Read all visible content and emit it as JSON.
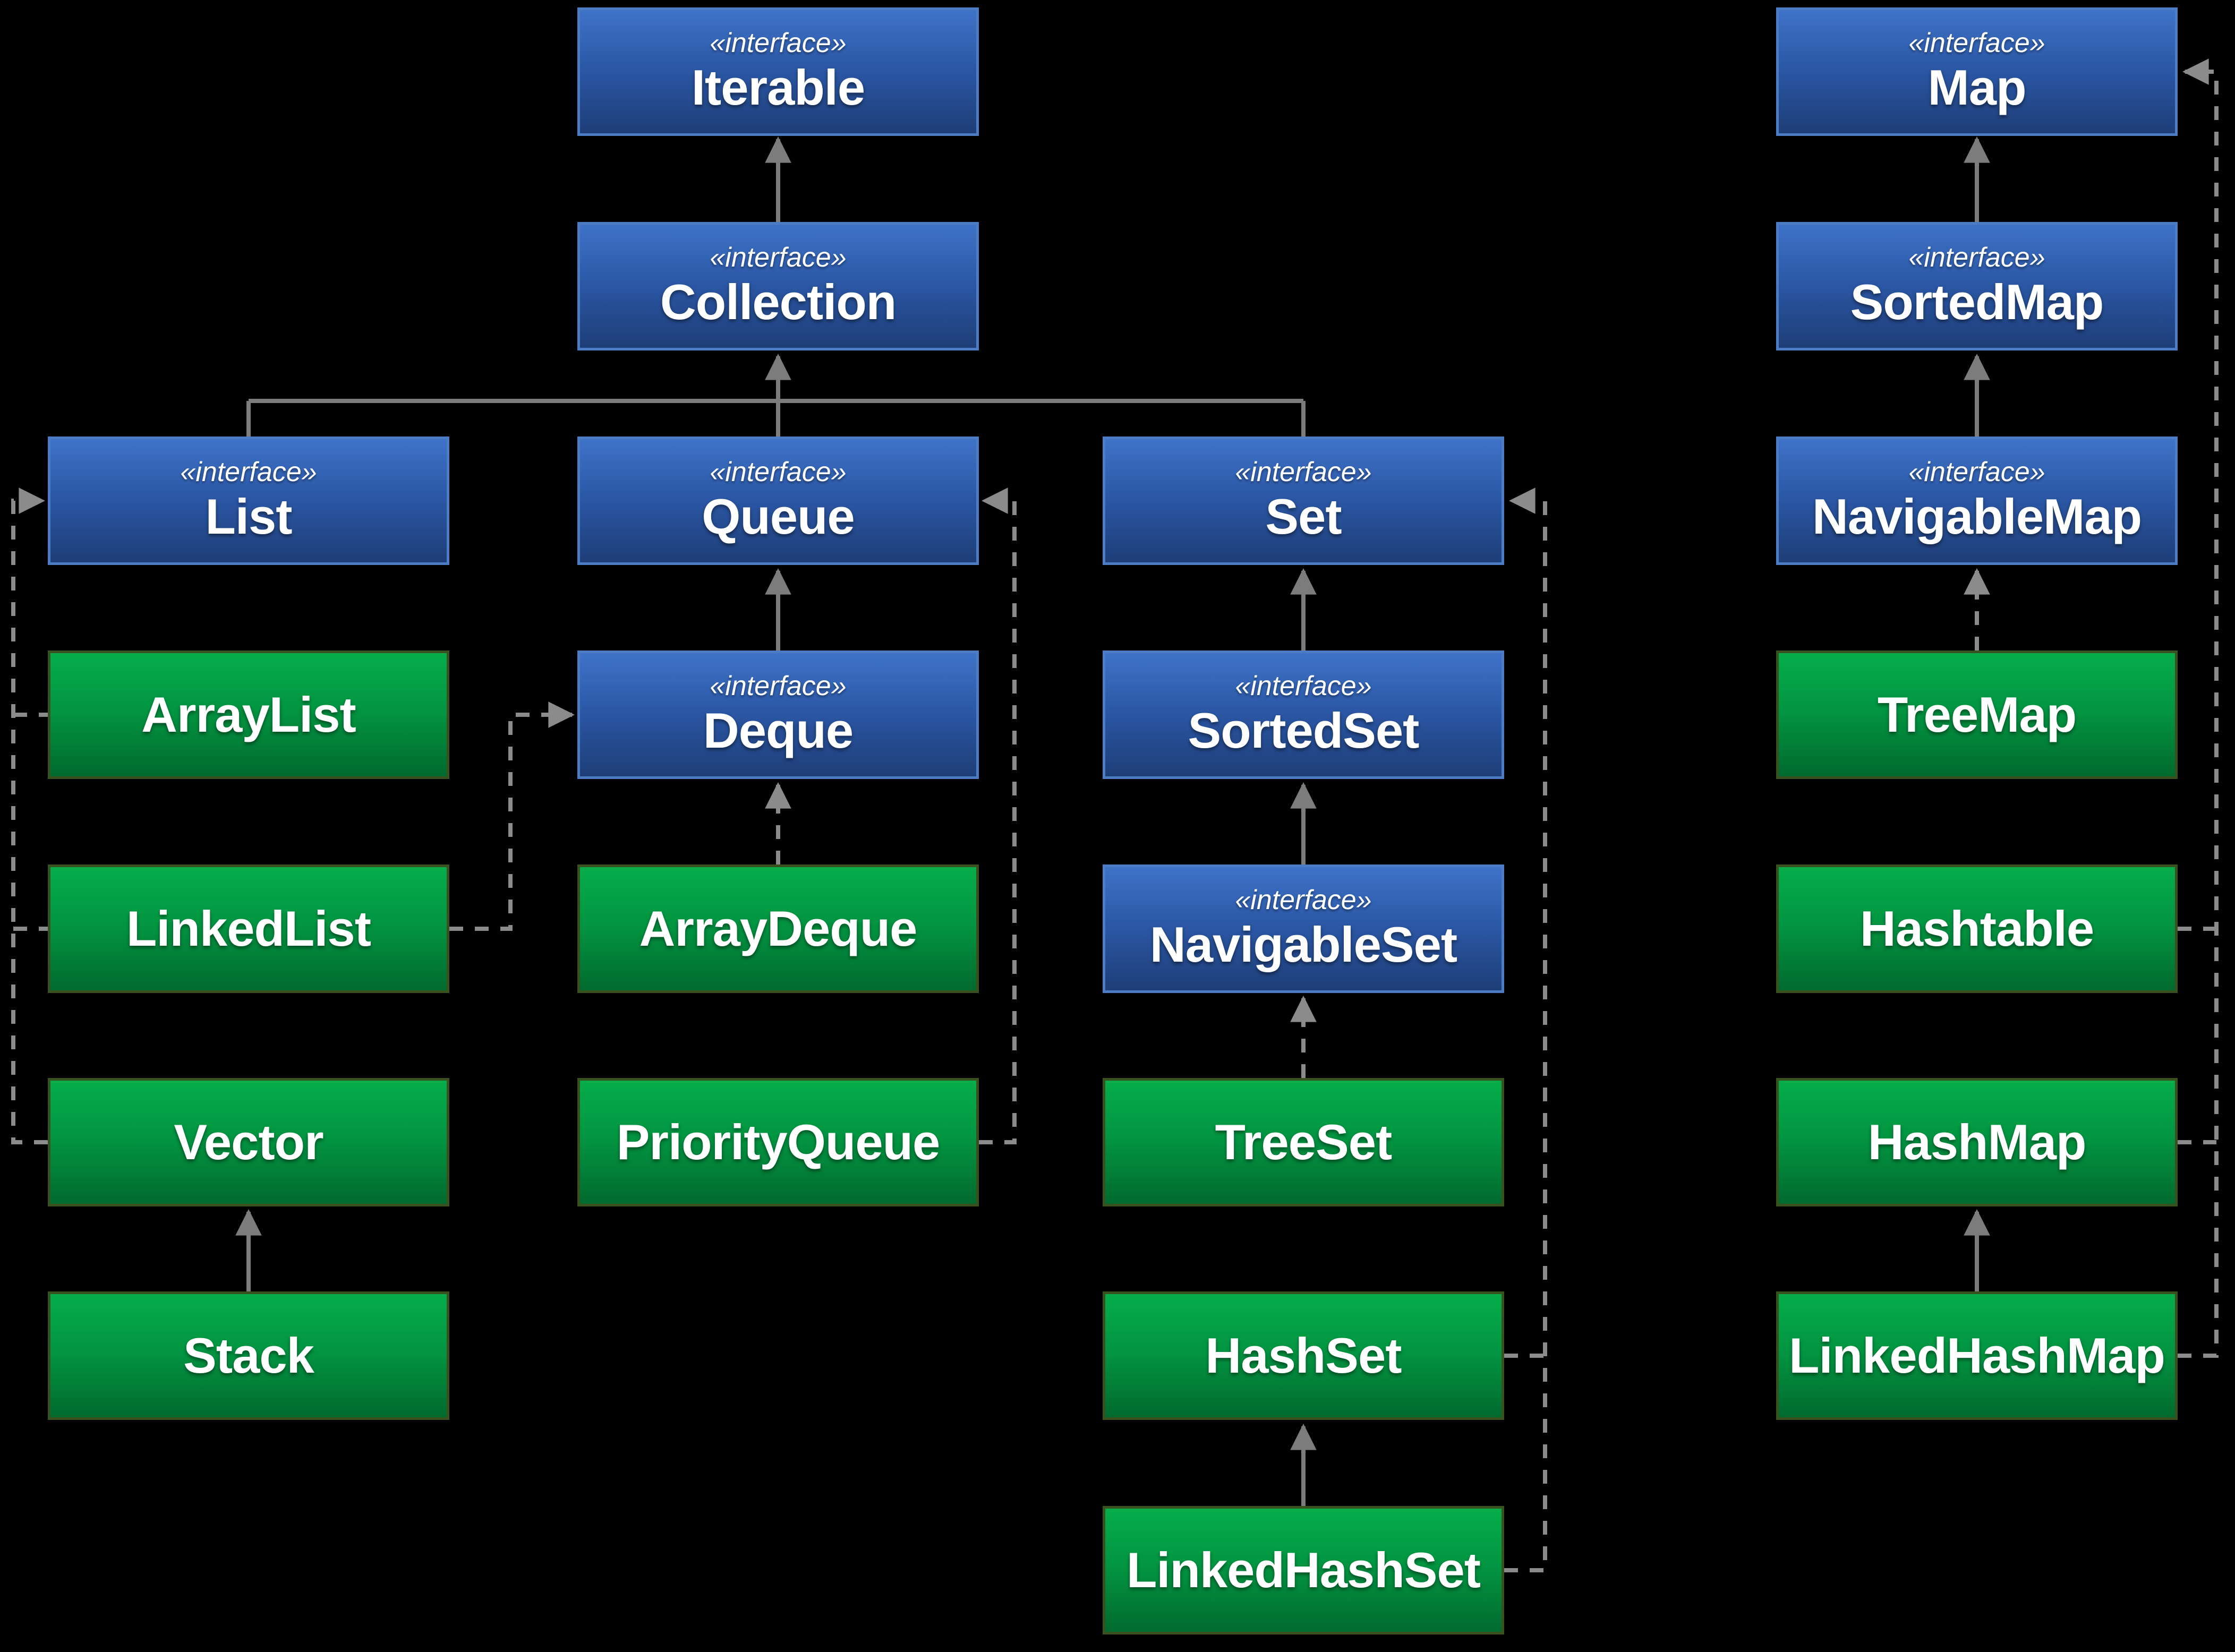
{
  "stereotype": "«interface»",
  "nodes": {
    "iterable": "Iterable",
    "collection": "Collection",
    "list": "List",
    "queue": "Queue",
    "set": "Set",
    "map": "Map",
    "sortedmap": "SortedMap",
    "navigablemap": "NavigableMap",
    "deque": "Deque",
    "sortedset": "SortedSet",
    "navigableset": "NavigableSet",
    "arraylist": "ArrayList",
    "linkedlist": "LinkedList",
    "vector": "Vector",
    "stack": "Stack",
    "arraydeque": "ArrayDeque",
    "priorityqueue": "PriorityQueue",
    "treeset": "TreeSet",
    "hashset": "HashSet",
    "linkedhashset": "LinkedHashSet",
    "treemap": "TreeMap",
    "hashtable": "Hashtable",
    "hashmap": "HashMap",
    "linkedhashmap": "LinkedHashMap"
  },
  "colors": {
    "background": "#000000",
    "interface_box_top": "#3E73C8",
    "interface_box_bottom": "#1E3E77",
    "interface_border": "#4C7CC4",
    "class_box_top": "#05AD4B",
    "class_box_bottom": "#016A2E",
    "class_border": "#39511E",
    "solid_connector": "#7C7C7C",
    "dashed_connector": "#8B8B8B",
    "text": "#FFFFFF"
  },
  "edges": [
    {
      "from": "Collection",
      "to": "Iterable",
      "relation": "extends"
    },
    {
      "from": "List",
      "to": "Collection",
      "relation": "extends"
    },
    {
      "from": "Queue",
      "to": "Collection",
      "relation": "extends"
    },
    {
      "from": "Set",
      "to": "Collection",
      "relation": "extends"
    },
    {
      "from": "Deque",
      "to": "Queue",
      "relation": "extends"
    },
    {
      "from": "SortedSet",
      "to": "Set",
      "relation": "extends"
    },
    {
      "from": "NavigableSet",
      "to": "SortedSet",
      "relation": "extends"
    },
    {
      "from": "SortedMap",
      "to": "Map",
      "relation": "extends"
    },
    {
      "from": "NavigableMap",
      "to": "SortedMap",
      "relation": "extends"
    },
    {
      "from": "ArrayList",
      "to": "List",
      "relation": "implements"
    },
    {
      "from": "LinkedList",
      "to": "List",
      "relation": "implements"
    },
    {
      "from": "Vector",
      "to": "List",
      "relation": "implements"
    },
    {
      "from": "Stack",
      "to": "Vector",
      "relation": "extends"
    },
    {
      "from": "LinkedList",
      "to": "Deque",
      "relation": "implements"
    },
    {
      "from": "ArrayDeque",
      "to": "Deque",
      "relation": "implements"
    },
    {
      "from": "PriorityQueue",
      "to": "Queue",
      "relation": "implements"
    },
    {
      "from": "TreeSet",
      "to": "NavigableSet",
      "relation": "implements"
    },
    {
      "from": "HashSet",
      "to": "Set",
      "relation": "implements"
    },
    {
      "from": "LinkedHashSet",
      "to": "HashSet",
      "relation": "extends"
    },
    {
      "from": "LinkedHashSet",
      "to": "Set",
      "relation": "implements"
    },
    {
      "from": "TreeMap",
      "to": "NavigableMap",
      "relation": "implements"
    },
    {
      "from": "Hashtable",
      "to": "Map",
      "relation": "implements"
    },
    {
      "from": "HashMap",
      "to": "Map",
      "relation": "implements"
    },
    {
      "from": "LinkedHashMap",
      "to": "HashMap",
      "relation": "extends"
    },
    {
      "from": "LinkedHashMap",
      "to": "Map",
      "relation": "implements"
    }
  ]
}
